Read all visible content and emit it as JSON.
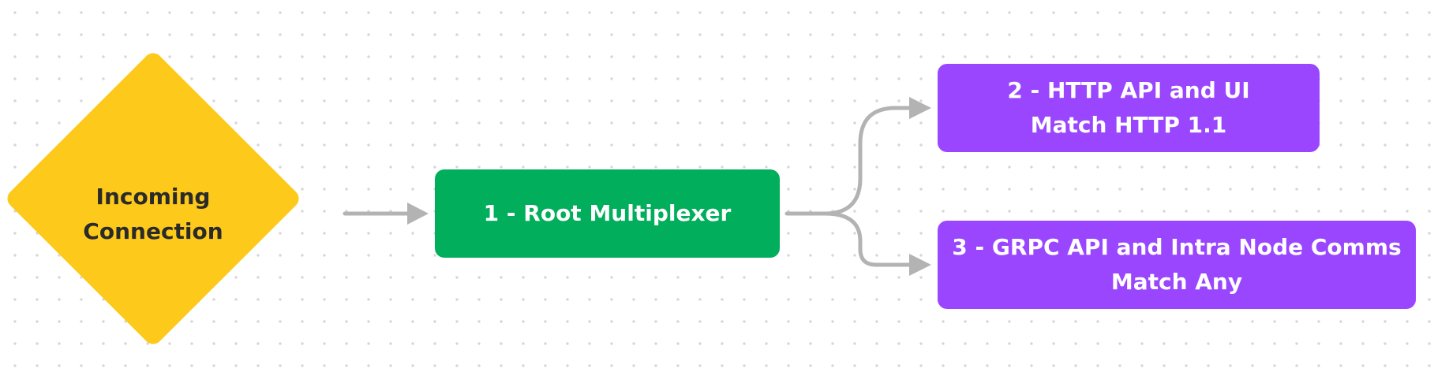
{
  "diagram": {
    "nodes": {
      "incoming": {
        "label": "Incoming\nConnection",
        "shape": "diamond",
        "color": "#fdc91a"
      },
      "root_mux": {
        "label": "1 - Root Multiplexer",
        "shape": "rounded-rectangle",
        "color": "#00ae5b"
      },
      "http_api": {
        "label": "2 - HTTP API and UI\nMatch HTTP 1.1",
        "shape": "rounded-rectangle",
        "color": "#9946fe"
      },
      "grpc_api": {
        "label": "3 - GRPC API and Intra Node Comms\nMatch Any",
        "shape": "rounded-rectangle",
        "color": "#9946fe"
      }
    },
    "edges": [
      {
        "from": "incoming",
        "to": "root_mux"
      },
      {
        "from": "root_mux",
        "to": "http_api"
      },
      {
        "from": "root_mux",
        "to": "grpc_api"
      }
    ],
    "edge_color": "#b3b3b3",
    "background": "dotted-grid"
  }
}
